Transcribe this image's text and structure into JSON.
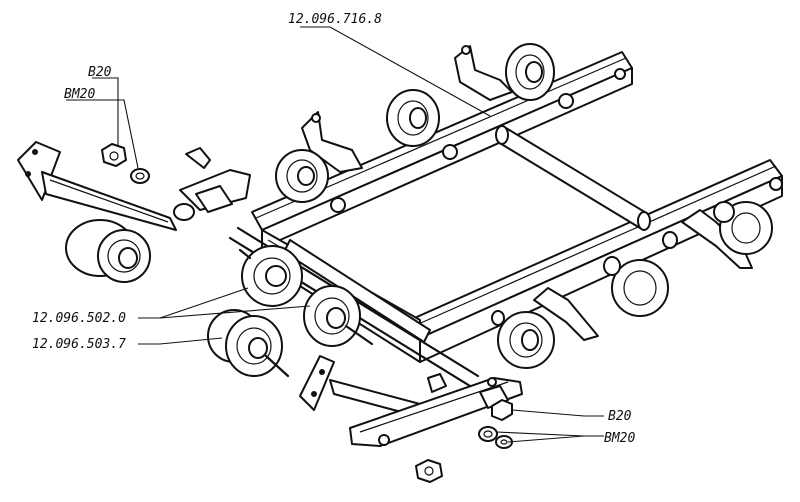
{
  "callouts": {
    "frame": "12.096.716.8",
    "roller_single_flange": "12.096.502.0",
    "roller_double_flange": "12.096.503.7",
    "nut_top": "B20",
    "washer_top": "BM20",
    "nut_bottom": "B20",
    "washer_bottom": "BM20"
  }
}
